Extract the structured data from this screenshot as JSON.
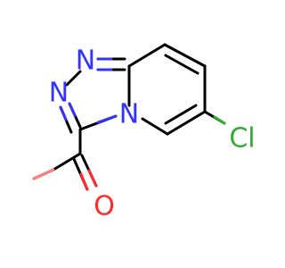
{
  "molecule": {
    "atoms": {
      "n1": {
        "label": "N",
        "color": "#3333ff"
      },
      "n2": {
        "label": "N",
        "color": "#3333ff"
      },
      "n4": {
        "label": "N",
        "color": "#3333ff"
      },
      "cl": {
        "label": "Cl",
        "color": "#33aa33"
      },
      "o": {
        "label": "O",
        "color": "#ff2a2a"
      }
    },
    "bond_color": "#000000"
  }
}
